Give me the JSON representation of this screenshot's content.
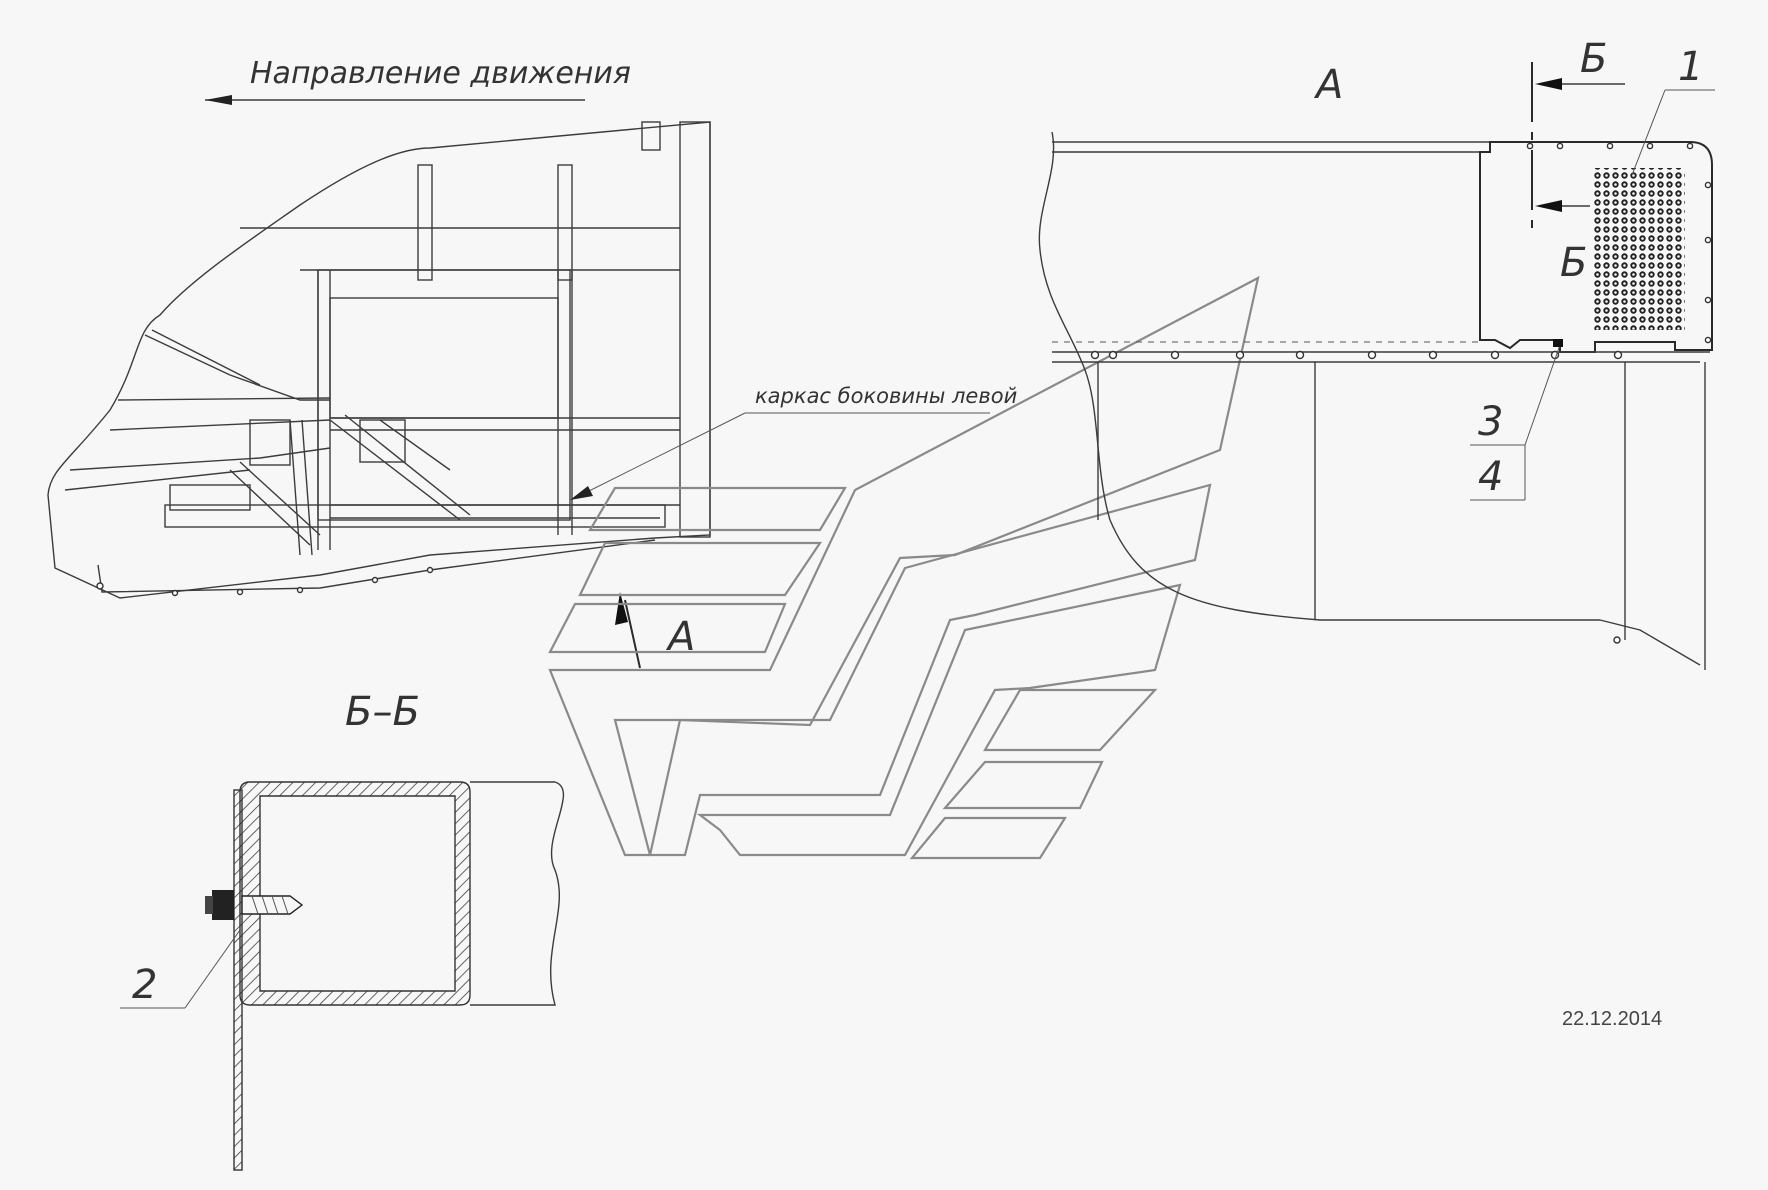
{
  "labels": {
    "direction": "Направление движения",
    "view_a_title": "А",
    "view_a_arrow": "А",
    "section_bb": "Б–Б",
    "section_mark_top": "Б",
    "section_mark_bottom": "Б",
    "frame_label": "каркас боковины левой",
    "callout_1": "1",
    "callout_2": "2",
    "callout_3": "3",
    "callout_4": "4",
    "date": "22.12.2014"
  }
}
